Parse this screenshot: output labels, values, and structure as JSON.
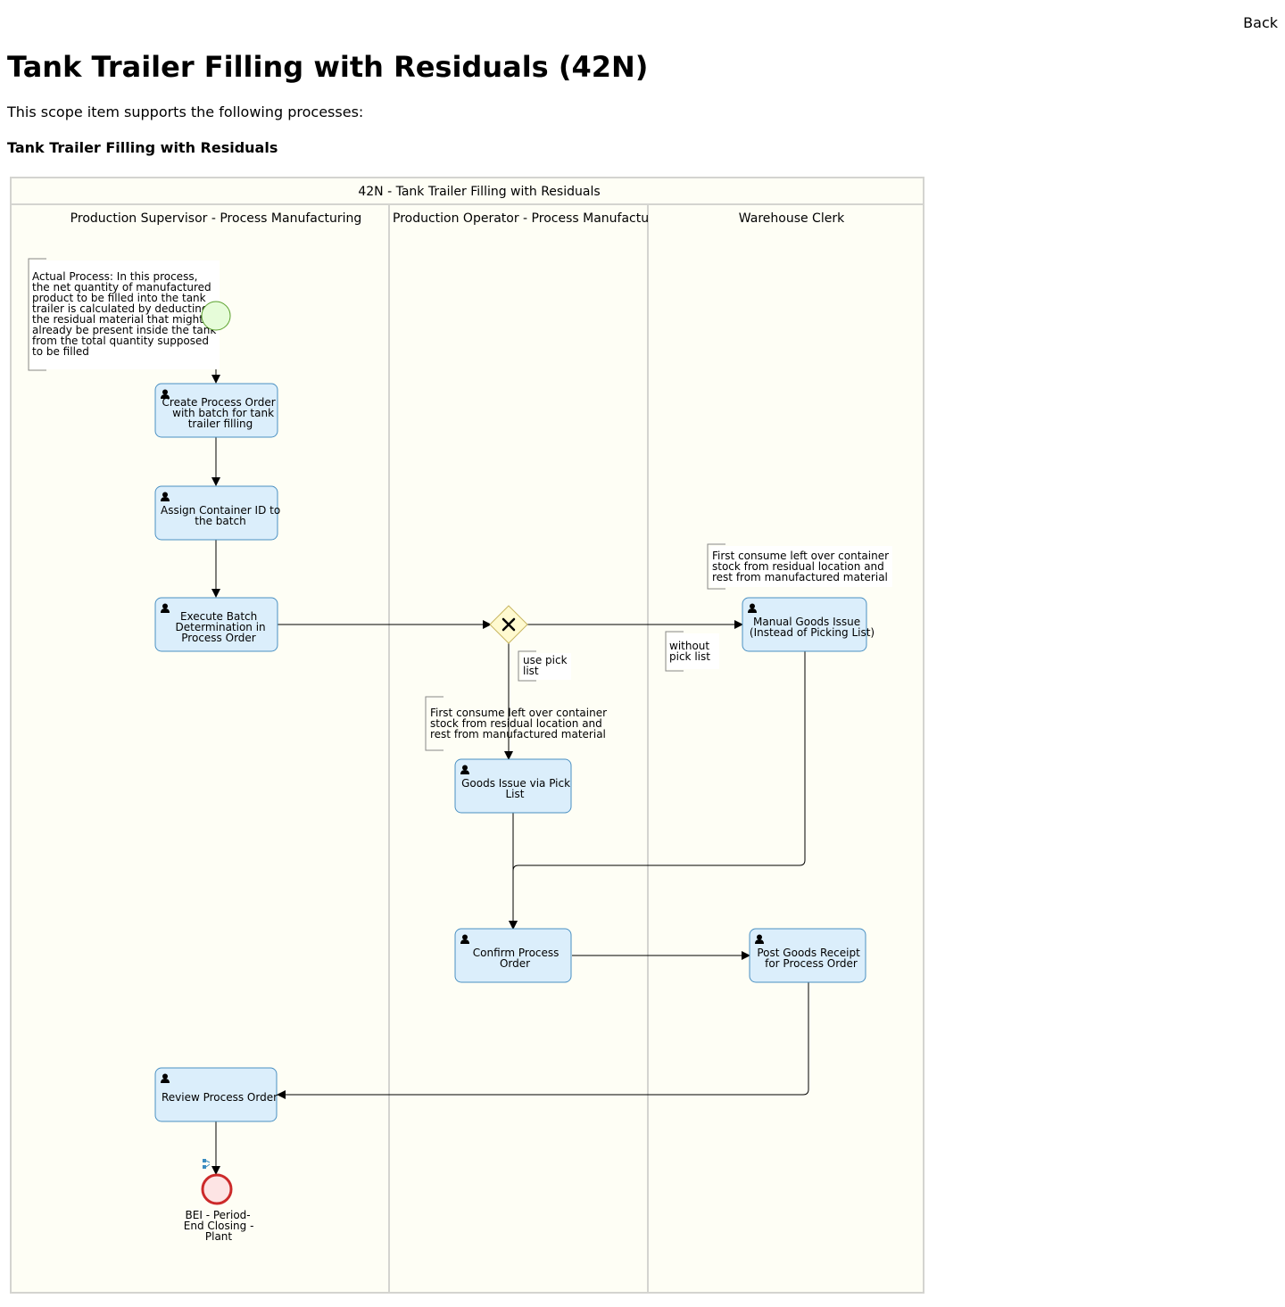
{
  "header": {
    "back_label": "Back"
  },
  "page": {
    "title": "Tank Trailer Filling with Residuals (42N)",
    "intro": "This scope item supports the following processes:",
    "process_name": "Tank Trailer Filling with Residuals"
  },
  "diagram": {
    "pool_title": "42N - Tank Trailer Filling with Residuals",
    "lanes": [
      {
        "label": "Production Supervisor - Process Manufacturing"
      },
      {
        "label": "Production Operator - Process Manufactu"
      },
      {
        "label": "Warehouse Clerk"
      }
    ],
    "tasks": {
      "create_order": [
        "Create Process Order",
        "with batch for tank",
        "trailer filling"
      ],
      "assign_container": [
        "Assign Container ID to",
        "the batch"
      ],
      "execute_batch": [
        "Execute Batch",
        "Determination in",
        "Process Order"
      ],
      "manual_gi": [
        "Manual Goods Issue",
        "(Instead of Picking List)"
      ],
      "gi_pick_list": [
        "Goods Issue via Pick",
        "List"
      ],
      "confirm_order": [
        "Confirm Process",
        "Order"
      ],
      "post_gr": [
        "Post Goods Receipt",
        "for Process Order"
      ],
      "review_order": [
        "Review Process Order"
      ]
    },
    "annotations": {
      "actual_process": [
        "Actual Process: In this process,",
        "the net quantity of manufactured",
        "product to be filled into the tank",
        "trailer is calculated by deducting",
        "the residual material that might",
        "already be present inside the tank",
        "from the total quantity supposed",
        "to be filled"
      ],
      "consume_warehouse": [
        "First consume left over container",
        "stock from residual location and",
        "rest from manufactured material"
      ],
      "consume_operator": [
        "First consume left over container",
        "stock from residual location and",
        "rest from manufactured material"
      ],
      "use_pick_list": [
        "use pick",
        "list"
      ],
      "without_pick_list": [
        "without",
        "pick list"
      ]
    },
    "end_event_label": [
      "BEI - Period-",
      "End Closing -",
      "Plant"
    ],
    "colors": {
      "pool_fill": "#fefef5",
      "task_fill": "#dbeefb",
      "task_stroke": "#4a90c2",
      "start_fill": "#e6fcd9",
      "start_stroke": "#5aa02c",
      "end_fill": "#fde4e4",
      "end_stroke": "#cc2a2a",
      "gateway_fill": "#fffad0",
      "gateway_stroke": "#c8b560"
    }
  }
}
